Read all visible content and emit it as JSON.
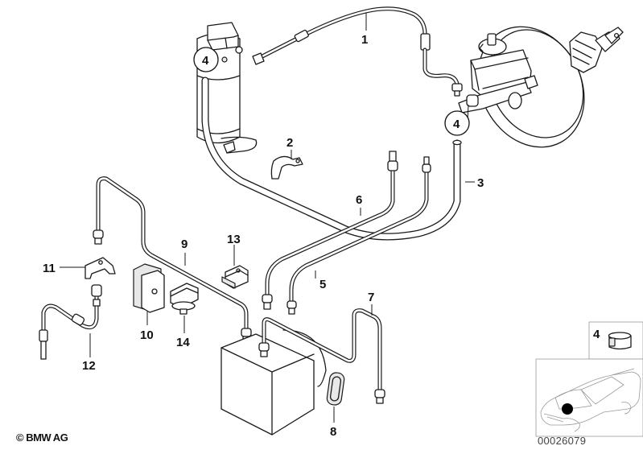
{
  "diagram": {
    "title": "Brake pipe front / brake booster assembly",
    "callouts": [
      {
        "id": "1",
        "label": "1",
        "part": "brake-hose"
      },
      {
        "id": "2",
        "label": "2",
        "part": "pipe-clip"
      },
      {
        "id": "3",
        "label": "3",
        "part": "vacuum-hose"
      },
      {
        "id": "4a",
        "label": "4",
        "part": "hose-clamp"
      },
      {
        "id": "4b",
        "label": "4",
        "part": "hose-clamp"
      },
      {
        "id": "5",
        "label": "5",
        "part": "brake-pipe"
      },
      {
        "id": "6",
        "label": "6",
        "part": "brake-pipe"
      },
      {
        "id": "7",
        "label": "7",
        "part": "brake-pipe"
      },
      {
        "id": "8",
        "label": "8",
        "part": "grommet"
      },
      {
        "id": "9",
        "label": "9",
        "part": "brake-pipe"
      },
      {
        "id": "10",
        "label": "10",
        "part": "rubber-mount"
      },
      {
        "id": "11",
        "label": "11",
        "part": "bracket"
      },
      {
        "id": "12",
        "label": "12",
        "part": "brake-hose-front"
      },
      {
        "id": "13",
        "label": "13",
        "part": "pipe-holder"
      },
      {
        "id": "14",
        "label": "14",
        "part": "pipe-clip-double"
      }
    ],
    "inset": {
      "label": "4",
      "part": "hose-clamp"
    }
  },
  "footer": {
    "copyright": "© BMW AG",
    "image_number": "00026079"
  }
}
